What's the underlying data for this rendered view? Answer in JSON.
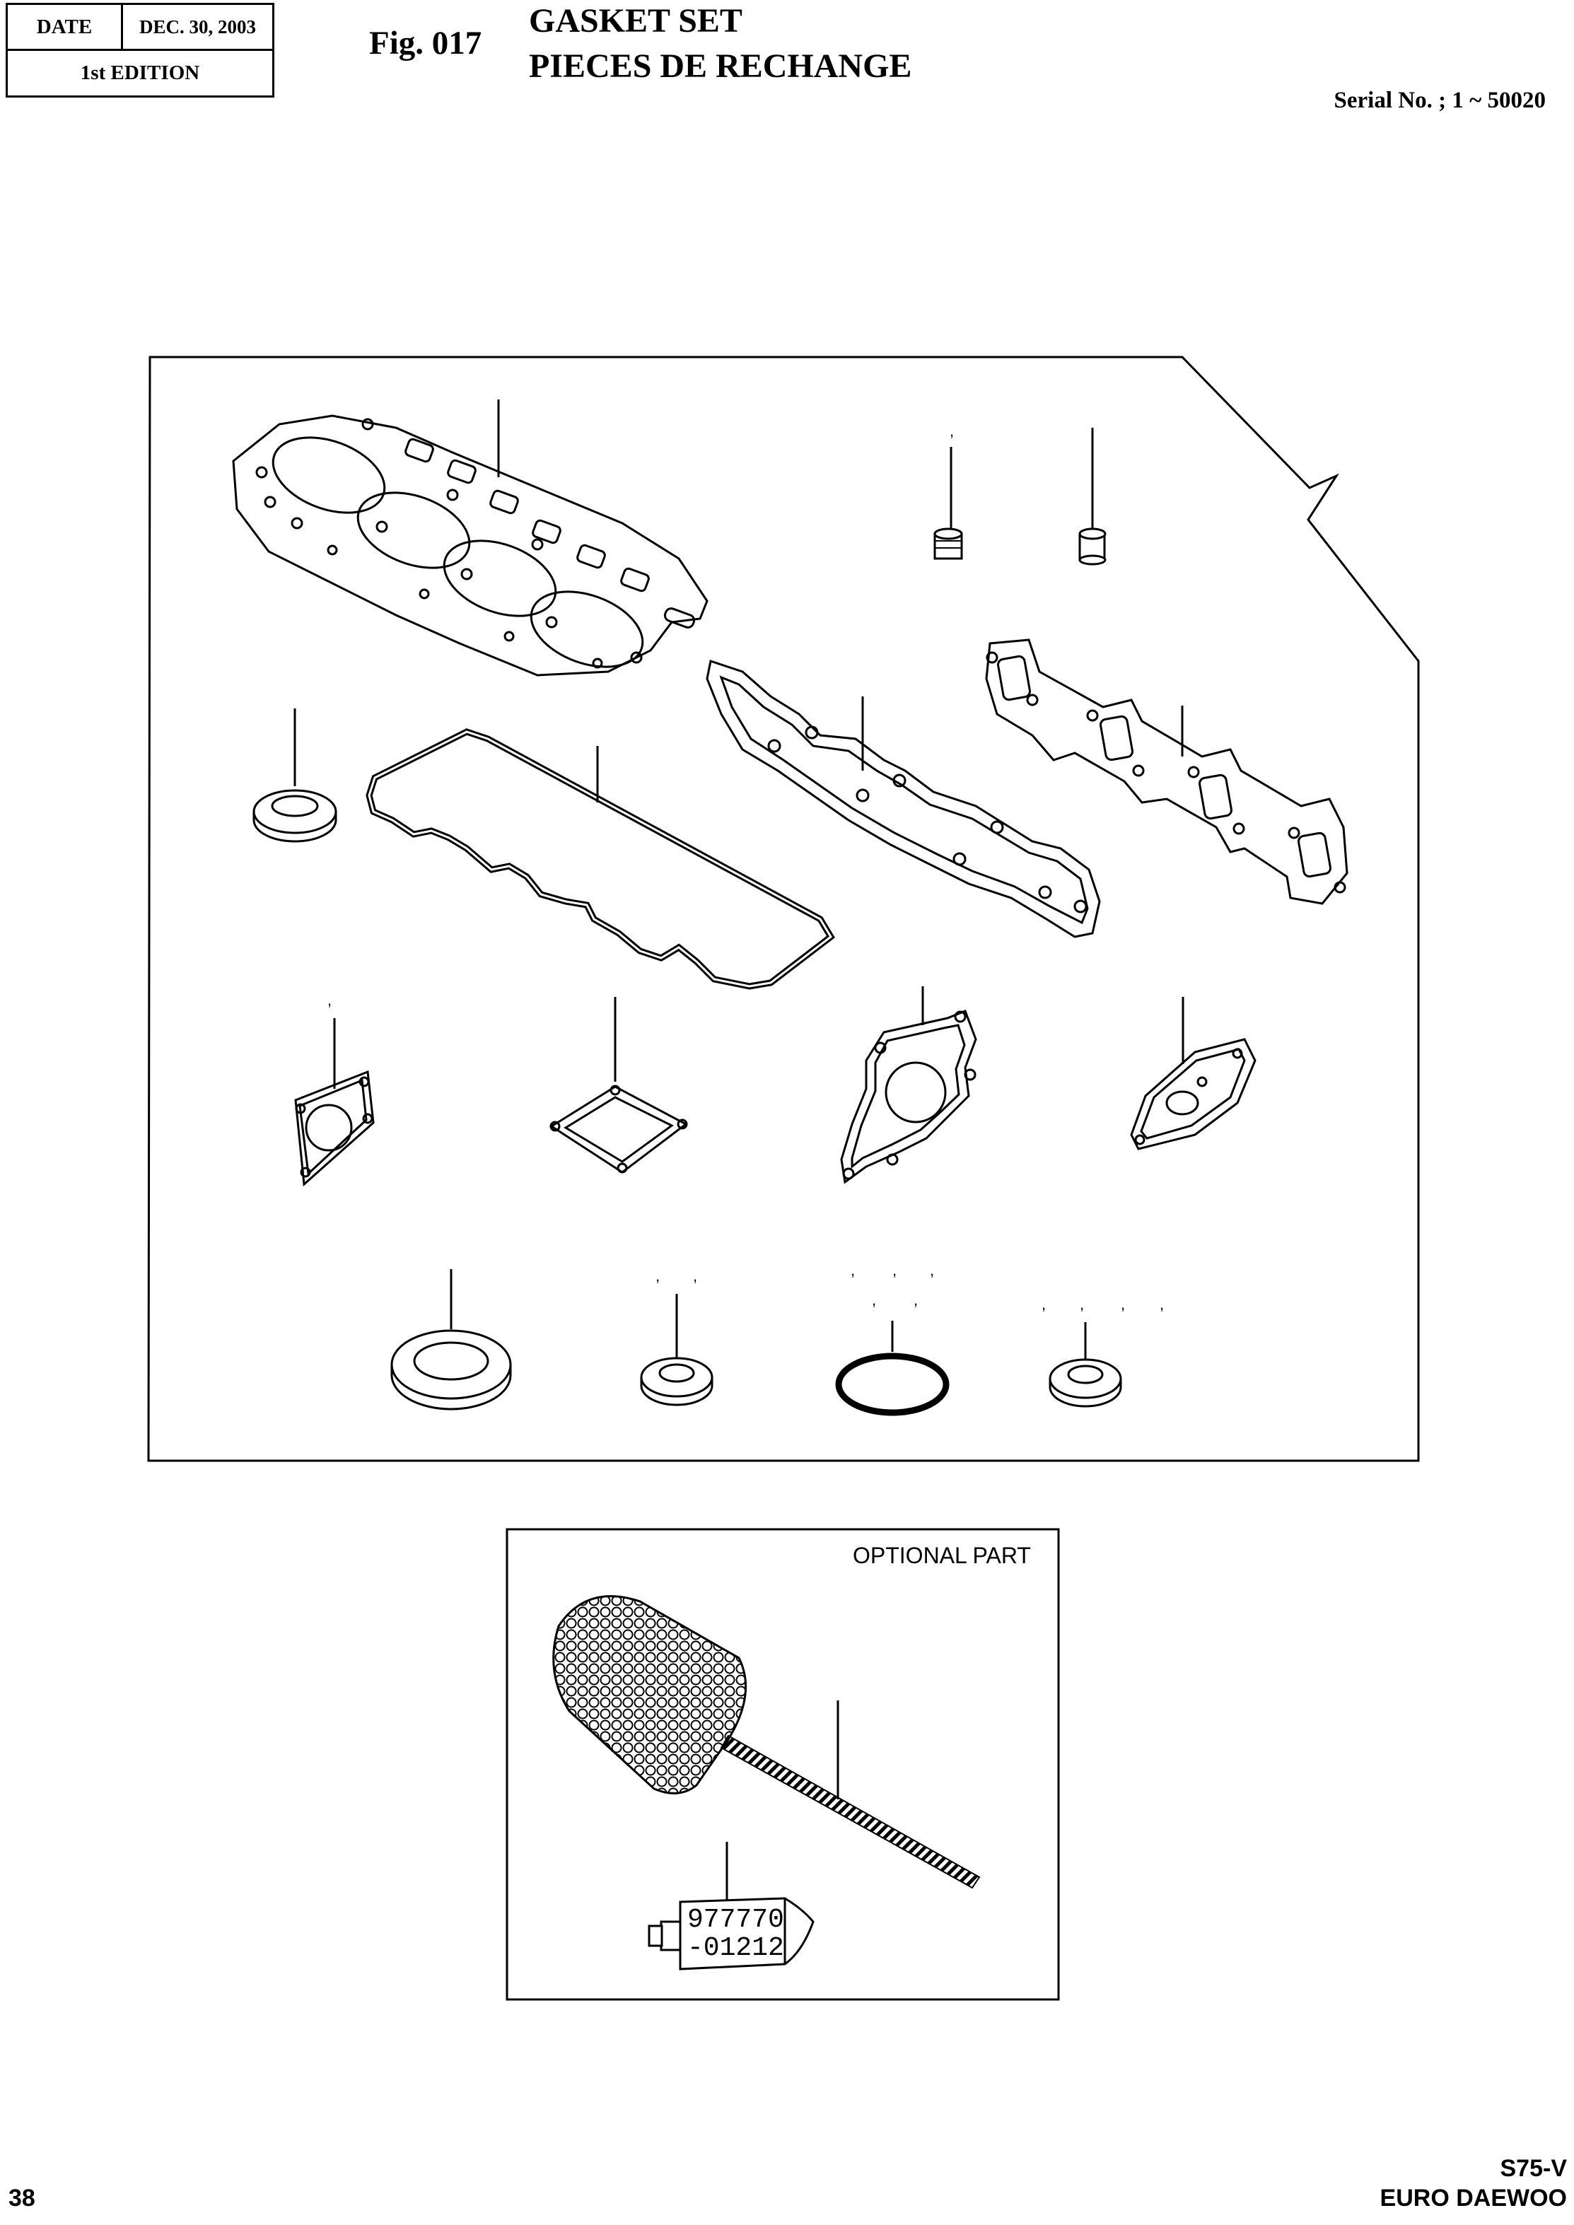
{
  "header": {
    "date_label": "DATE",
    "date_value": "DEC. 30, 2003",
    "edition": "1st EDITION",
    "fig": "Fig. 017",
    "title_en": "GASKET SET",
    "title_fr": "PIECES DE RECHANGE",
    "serial": "Serial No. ; 1 ~ 50020"
  },
  "optional": {
    "label": "OPTIONAL PART",
    "tube_line1": "977770",
    "tube_line2": "-01212"
  },
  "footer": {
    "page": "38",
    "model": "S75-V",
    "brand": "EURO DAEWOO"
  }
}
